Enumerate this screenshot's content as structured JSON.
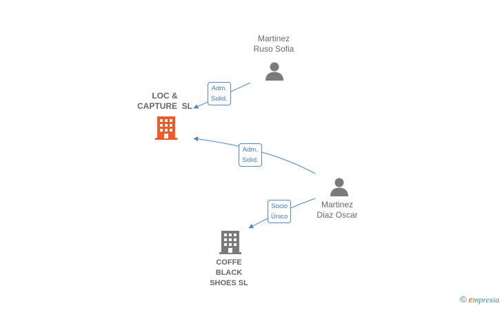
{
  "colors": {
    "edge": "#4a86d4",
    "person_icon": "#7a7a7a",
    "company_highlight": "#f05a28",
    "company_normal": "#7a7a7a"
  },
  "nodes": {
    "martinez_ruso_sofia": {
      "line1": "Martinez",
      "line2": "Ruso Sofia",
      "icon": "person-icon"
    },
    "loc_capture": {
      "line1": "LOC &",
      "line2": "CAPTURE  SL",
      "icon": "building-icon"
    },
    "martinez_diaz_oscar": {
      "line1": "Martinez",
      "line2": "Diaz Oscar",
      "icon": "person-icon"
    },
    "coffe_black_shoes": {
      "line1": "COFFE",
      "line2": "BLACK",
      "line3": "SHOES SL",
      "icon": "building-icon"
    }
  },
  "edges": {
    "sofia_to_loc": {
      "line1": "Adm.",
      "line2": "Solid."
    },
    "oscar_to_loc": {
      "line1": "Adm.",
      "line2": "Solid."
    },
    "oscar_to_coffe": {
      "line1": "Socio",
      "line2": "Único"
    }
  },
  "brand": {
    "copyright": "©",
    "initial": "e",
    "rest": "mpresia"
  }
}
